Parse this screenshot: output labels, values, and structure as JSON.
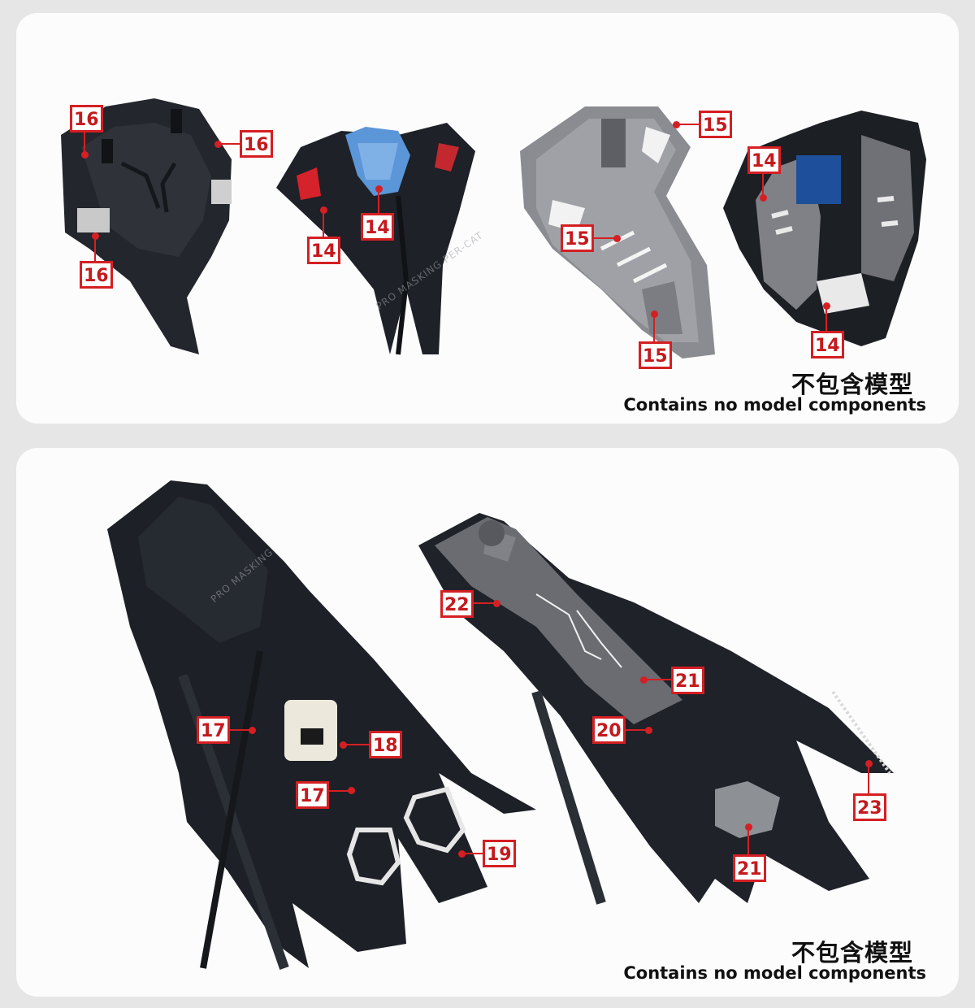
{
  "panels": [
    {
      "caption_cn": "不包含模型",
      "caption_en": "Contains no model components",
      "watermark": "PRO MASKING PER-CAT",
      "callouts": [
        "16",
        "16",
        "16",
        "14",
        "14",
        "15",
        "15",
        "15",
        "14",
        "14"
      ]
    },
    {
      "caption_cn": "不包含模型",
      "caption_en": "Contains no model components",
      "watermark": "PRO MASKING",
      "callouts": [
        "17",
        "18",
        "17",
        "19",
        "22",
        "21",
        "20",
        "21",
        "23"
      ]
    }
  ],
  "colors": {
    "callout_red": "#d51f23",
    "part_black": "#1c1f25",
    "part_grey": "#6a6c72",
    "part_blue": "#5d97d8",
    "part_white": "#e8e6e0"
  }
}
